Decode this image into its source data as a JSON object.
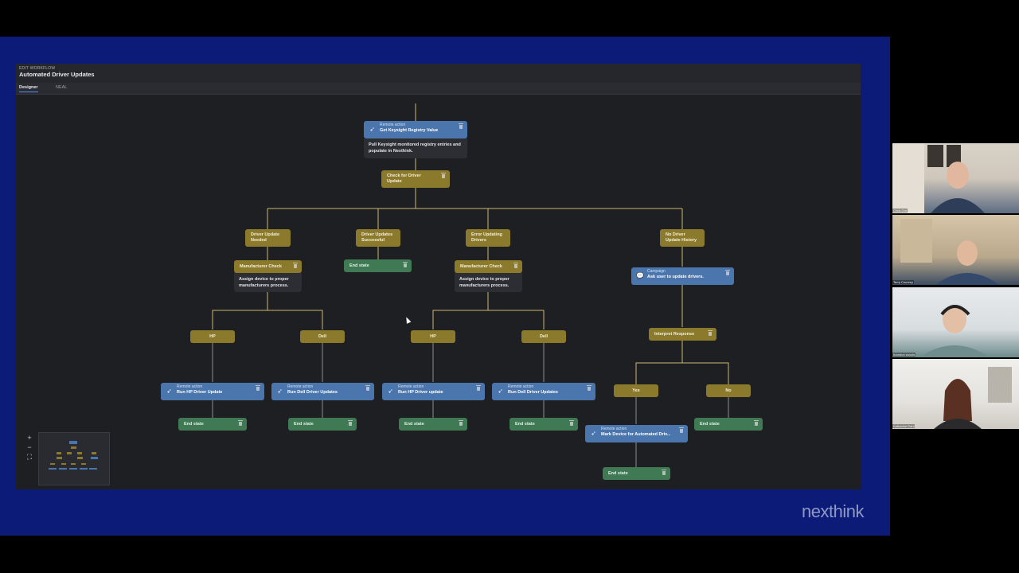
{
  "app": {
    "eyebrow": "EDIT WORKFLOW",
    "title": "Automated Driver Updates",
    "tabs": [
      {
        "label": "Designer",
        "active": true
      },
      {
        "label": "NEAL",
        "active": false
      }
    ]
  },
  "nodes": {
    "root_action": {
      "kind": "Remote action",
      "name": "Get Keysight Registry Value",
      "description": "Pull Keysight monitored registry entries and populate in Nexthink."
    },
    "check": {
      "label": "Check for Driver Update"
    },
    "branch_needed": {
      "label": "Driver Update Needed"
    },
    "branch_successful": {
      "label": "Driver Updates Successful"
    },
    "branch_error": {
      "label": "Error Updating Drivers"
    },
    "branch_nohistory": {
      "label": "No Driver Update History"
    },
    "mfr_check_1": {
      "label": "Manufacturer Check",
      "description": "Assign device to proper manufacturers process."
    },
    "mfr_check_2": {
      "label": "Manufacturer Check",
      "description": "Assign device to proper manufacturers process."
    },
    "end_successful": {
      "label": "End state"
    },
    "campaign": {
      "kind": "Campaign",
      "name": "Ask user to update drivers."
    },
    "hp_1": {
      "label": "HP"
    },
    "dell_1": {
      "label": "Dell"
    },
    "hp_2": {
      "label": "HP"
    },
    "dell_2": {
      "label": "Dell"
    },
    "interpret": {
      "label": "Interpret Response"
    },
    "act_hp_1": {
      "kind": "Remote action",
      "name": "Run HP Driver Update"
    },
    "act_dell_1": {
      "kind": "Remote action",
      "name": "Run Dell Driver Updates"
    },
    "act_hp_2": {
      "kind": "Remote action",
      "name": "Run HP Driver update"
    },
    "act_dell_2": {
      "kind": "Remote action",
      "name": "Run Dell Driver Updates"
    },
    "yes": {
      "label": "Yes"
    },
    "no": {
      "label": "No"
    },
    "act_mark": {
      "kind": "Remote action",
      "name": "Mark Device for Automated Driv..."
    },
    "end_hp_1": {
      "label": "End state"
    },
    "end_dell_1": {
      "label": "End state"
    },
    "end_hp_2": {
      "label": "End state"
    },
    "end_dell_2": {
      "label": "End state"
    },
    "end_no": {
      "label": "End state"
    },
    "end_mark": {
      "label": "End state"
    }
  },
  "minimap": {
    "zoom_in": "+",
    "zoom_out": "−",
    "fit": "⛶"
  },
  "brand": "nexthink",
  "participants": [
    {
      "name": "Chris Ord"
    },
    {
      "name": "Terry Coursey"
    },
    {
      "name": "brandon woods"
    },
    {
      "name": "Katharine Dahl"
    }
  ],
  "colors": {
    "condition": "#8c7a2c",
    "end_state": "#3f7a55",
    "action": "#4a75ad",
    "slide_bg": "#0c1b78"
  },
  "icons": {
    "action": "rocket-icon",
    "campaign": "chat-icon",
    "delete": "trash-icon"
  }
}
